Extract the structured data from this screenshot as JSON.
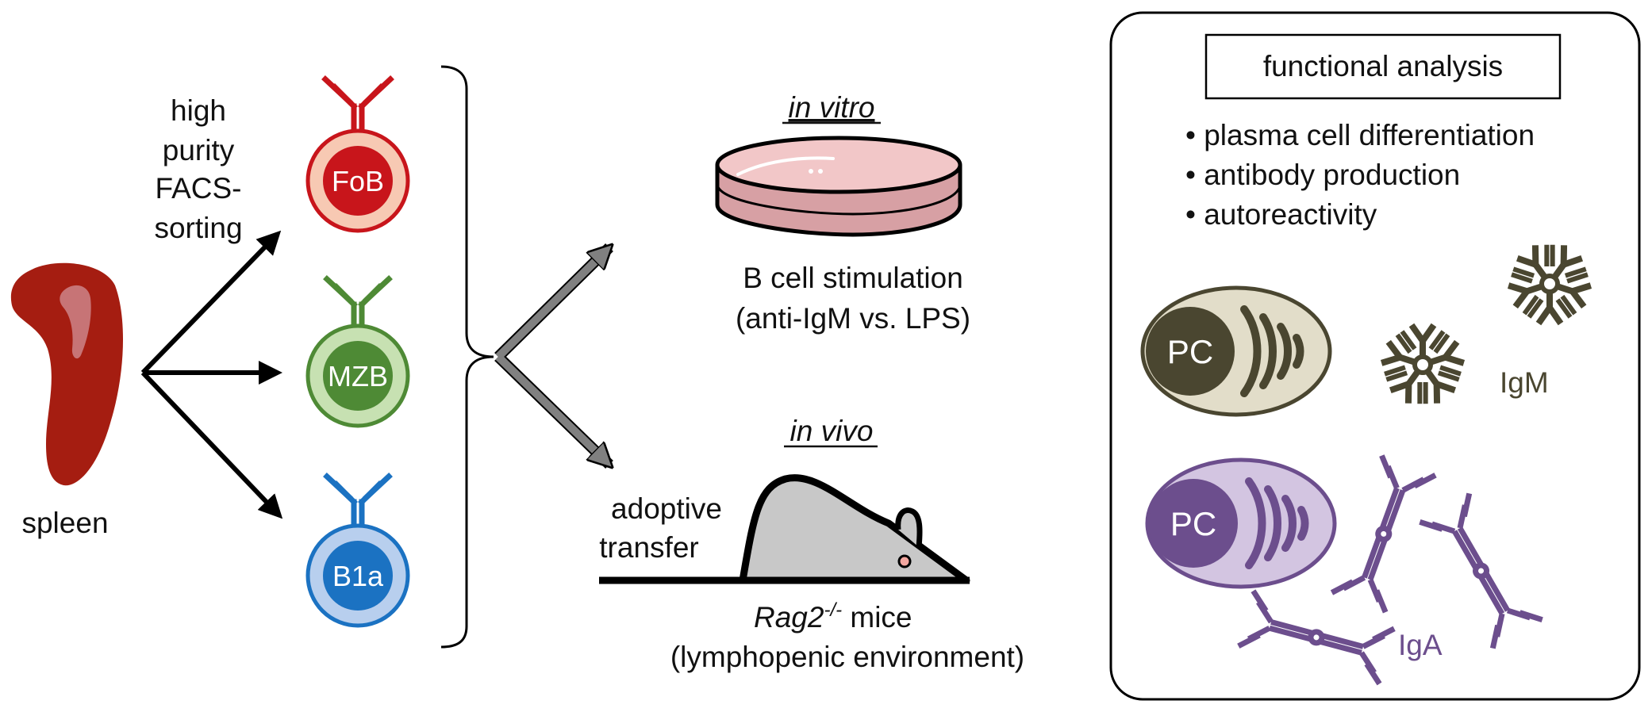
{
  "spleen": {
    "label": "spleen",
    "color": "#a51d11"
  },
  "sorting": {
    "line1": "high",
    "line2": "purity",
    "line3": "FACS-",
    "line4": "sorting"
  },
  "cells": [
    {
      "label": "FoB",
      "color": "#c8151b",
      "light": "#f7c9b3"
    },
    {
      "label": "MZB",
      "color": "#4e8a35",
      "light": "#c7e1b2"
    },
    {
      "label": "B1a",
      "color": "#1b72c2",
      "light": "#b8cfee"
    }
  ],
  "in_vitro": {
    "heading": "in vitro",
    "line1": "B cell stimulation",
    "line2": "(anti-IgM vs. LPS)"
  },
  "in_vivo": {
    "heading": "in vivo",
    "adoptive1": "adoptive",
    "adoptive2": "transfer",
    "mice_italic": "Rag2",
    "mice_sup": "-/-",
    "mice_rest": " mice",
    "env": "(lymphopenic environment)"
  },
  "panel": {
    "title": "functional analysis",
    "bullets": [
      "plasma cell differentiation",
      "antibody production",
      "autoreactivity"
    ],
    "pc_label": "PC",
    "igm_label": "IgM",
    "iga_label": "IgA",
    "igm_color": "#4a4630",
    "igm_cell_fill": "#e2ddc9",
    "iga_color": "#6c4e8d",
    "iga_cell_fill": "#d3c5e1"
  }
}
